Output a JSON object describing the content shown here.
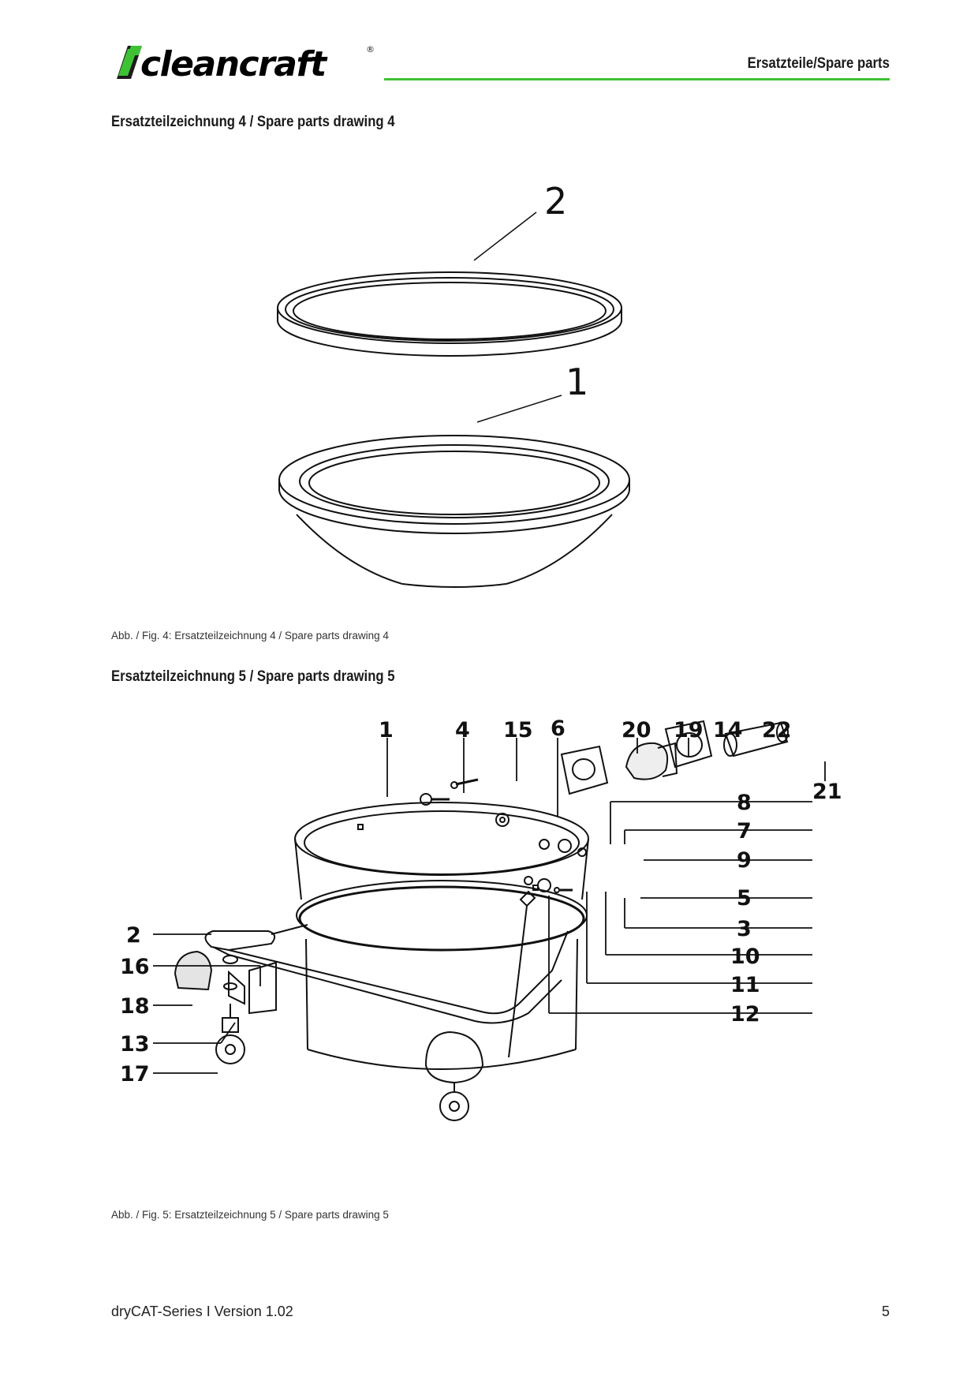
{
  "header": {
    "brand": "cleancraft",
    "brand_mark": "®",
    "title": "Ersatzteile/Spare parts",
    "accent_color": "#3ec233"
  },
  "drawing4": {
    "heading": "Ersatzteilzeichnung 4 / Spare parts drawing 4",
    "labels": [
      "2",
      "1"
    ],
    "caption": "Abb. / Fig. 4: Ersatzteilzeichnung 4 / Spare parts drawing 4"
  },
  "drawing5": {
    "heading": "Ersatzteilzeichnung 5 / Spare parts drawing 5",
    "labels": [
      "1",
      "4",
      "15",
      "6",
      "20",
      "19",
      "14",
      "22",
      "21",
      "8",
      "7",
      "9",
      "5",
      "3",
      "10",
      "11",
      "12",
      "2",
      "16",
      "18",
      "13",
      "17"
    ],
    "caption": "Abb. / Fig. 5: Ersatzteilzeichnung 5 / Spare parts drawing 5"
  },
  "footer": {
    "document": "dryCAT-Series I Version 1.02",
    "page_number": "5"
  }
}
